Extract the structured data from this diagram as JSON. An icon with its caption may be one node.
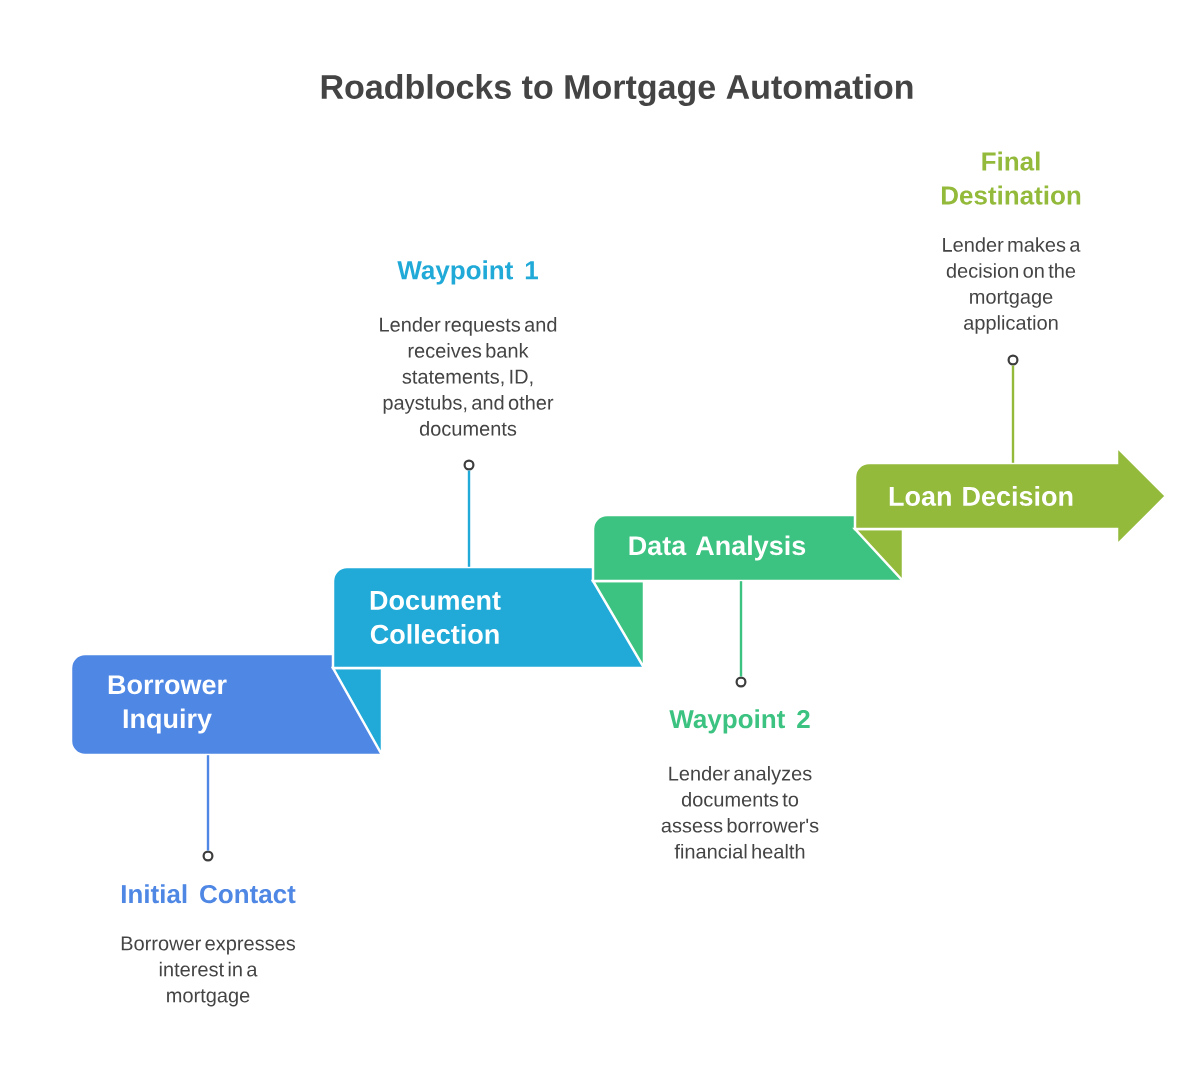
{
  "diagram": {
    "title": "Roadblocks to Mortgage Automation",
    "nodes": [
      {
        "text": [
          "Borrower Inquiry"
        ]
      },
      {
        "text": [
          "Document Collection"
        ]
      },
      {
        "text": [
          "Data Analysis"
        ]
      },
      {
        "text": [
          "Loan Decision"
        ]
      },
      {
        "text": [],
        "shape": "circle",
        "beside": [
          "Initial Contact",
          "Borrower expresses interest in a mortgage"
        ]
      },
      {
        "text": [],
        "shape": "circle",
        "beside": [
          "Waypoint 1",
          "Lender requests and receives bank statements, ID, paystubs, and other documents"
        ]
      },
      {
        "text": [],
        "shape": "circle",
        "beside": [
          "Waypoint 2",
          "Lender analyzes documents to assess borrower's financial health"
        ]
      },
      {
        "text": [],
        "shape": "circle",
        "beside": [
          "Final Destination",
          "Lender makes a decision on the mortgage application"
        ]
      }
    ],
    "edges": [
      {
        "from": 0,
        "to": 4,
        "arrow": "none",
        "color": "#4f87e5"
      },
      {
        "from": 1,
        "to": 5,
        "arrow": "none",
        "color": "#21aad8"
      },
      {
        "from": 2,
        "to": 6,
        "arrow": "none",
        "color": "#3dc381"
      },
      {
        "from": 3,
        "to": 7,
        "arrow": "none",
        "color": "#93ba3b"
      }
    ]
  }
}
